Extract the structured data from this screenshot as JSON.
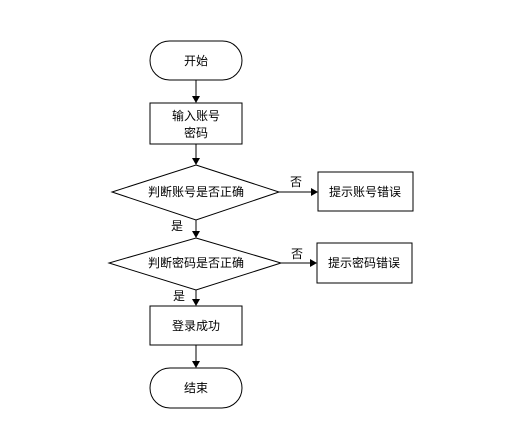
{
  "flowchart": {
    "start": "开始",
    "input_line1": "输入账号",
    "input_line2": "密码",
    "check_account": "判断账号是否正确",
    "account_error": "提示账号错误",
    "check_password": "判断密码是否正确",
    "password_error": "提示密码错误",
    "login_success": "登录成功",
    "end": "结束",
    "yes_label_1": "是",
    "yes_label_2": "是",
    "no_label_1": "否",
    "no_label_2": "否"
  },
  "colors": {
    "stroke": "#000000",
    "fill": "#ffffff"
  }
}
